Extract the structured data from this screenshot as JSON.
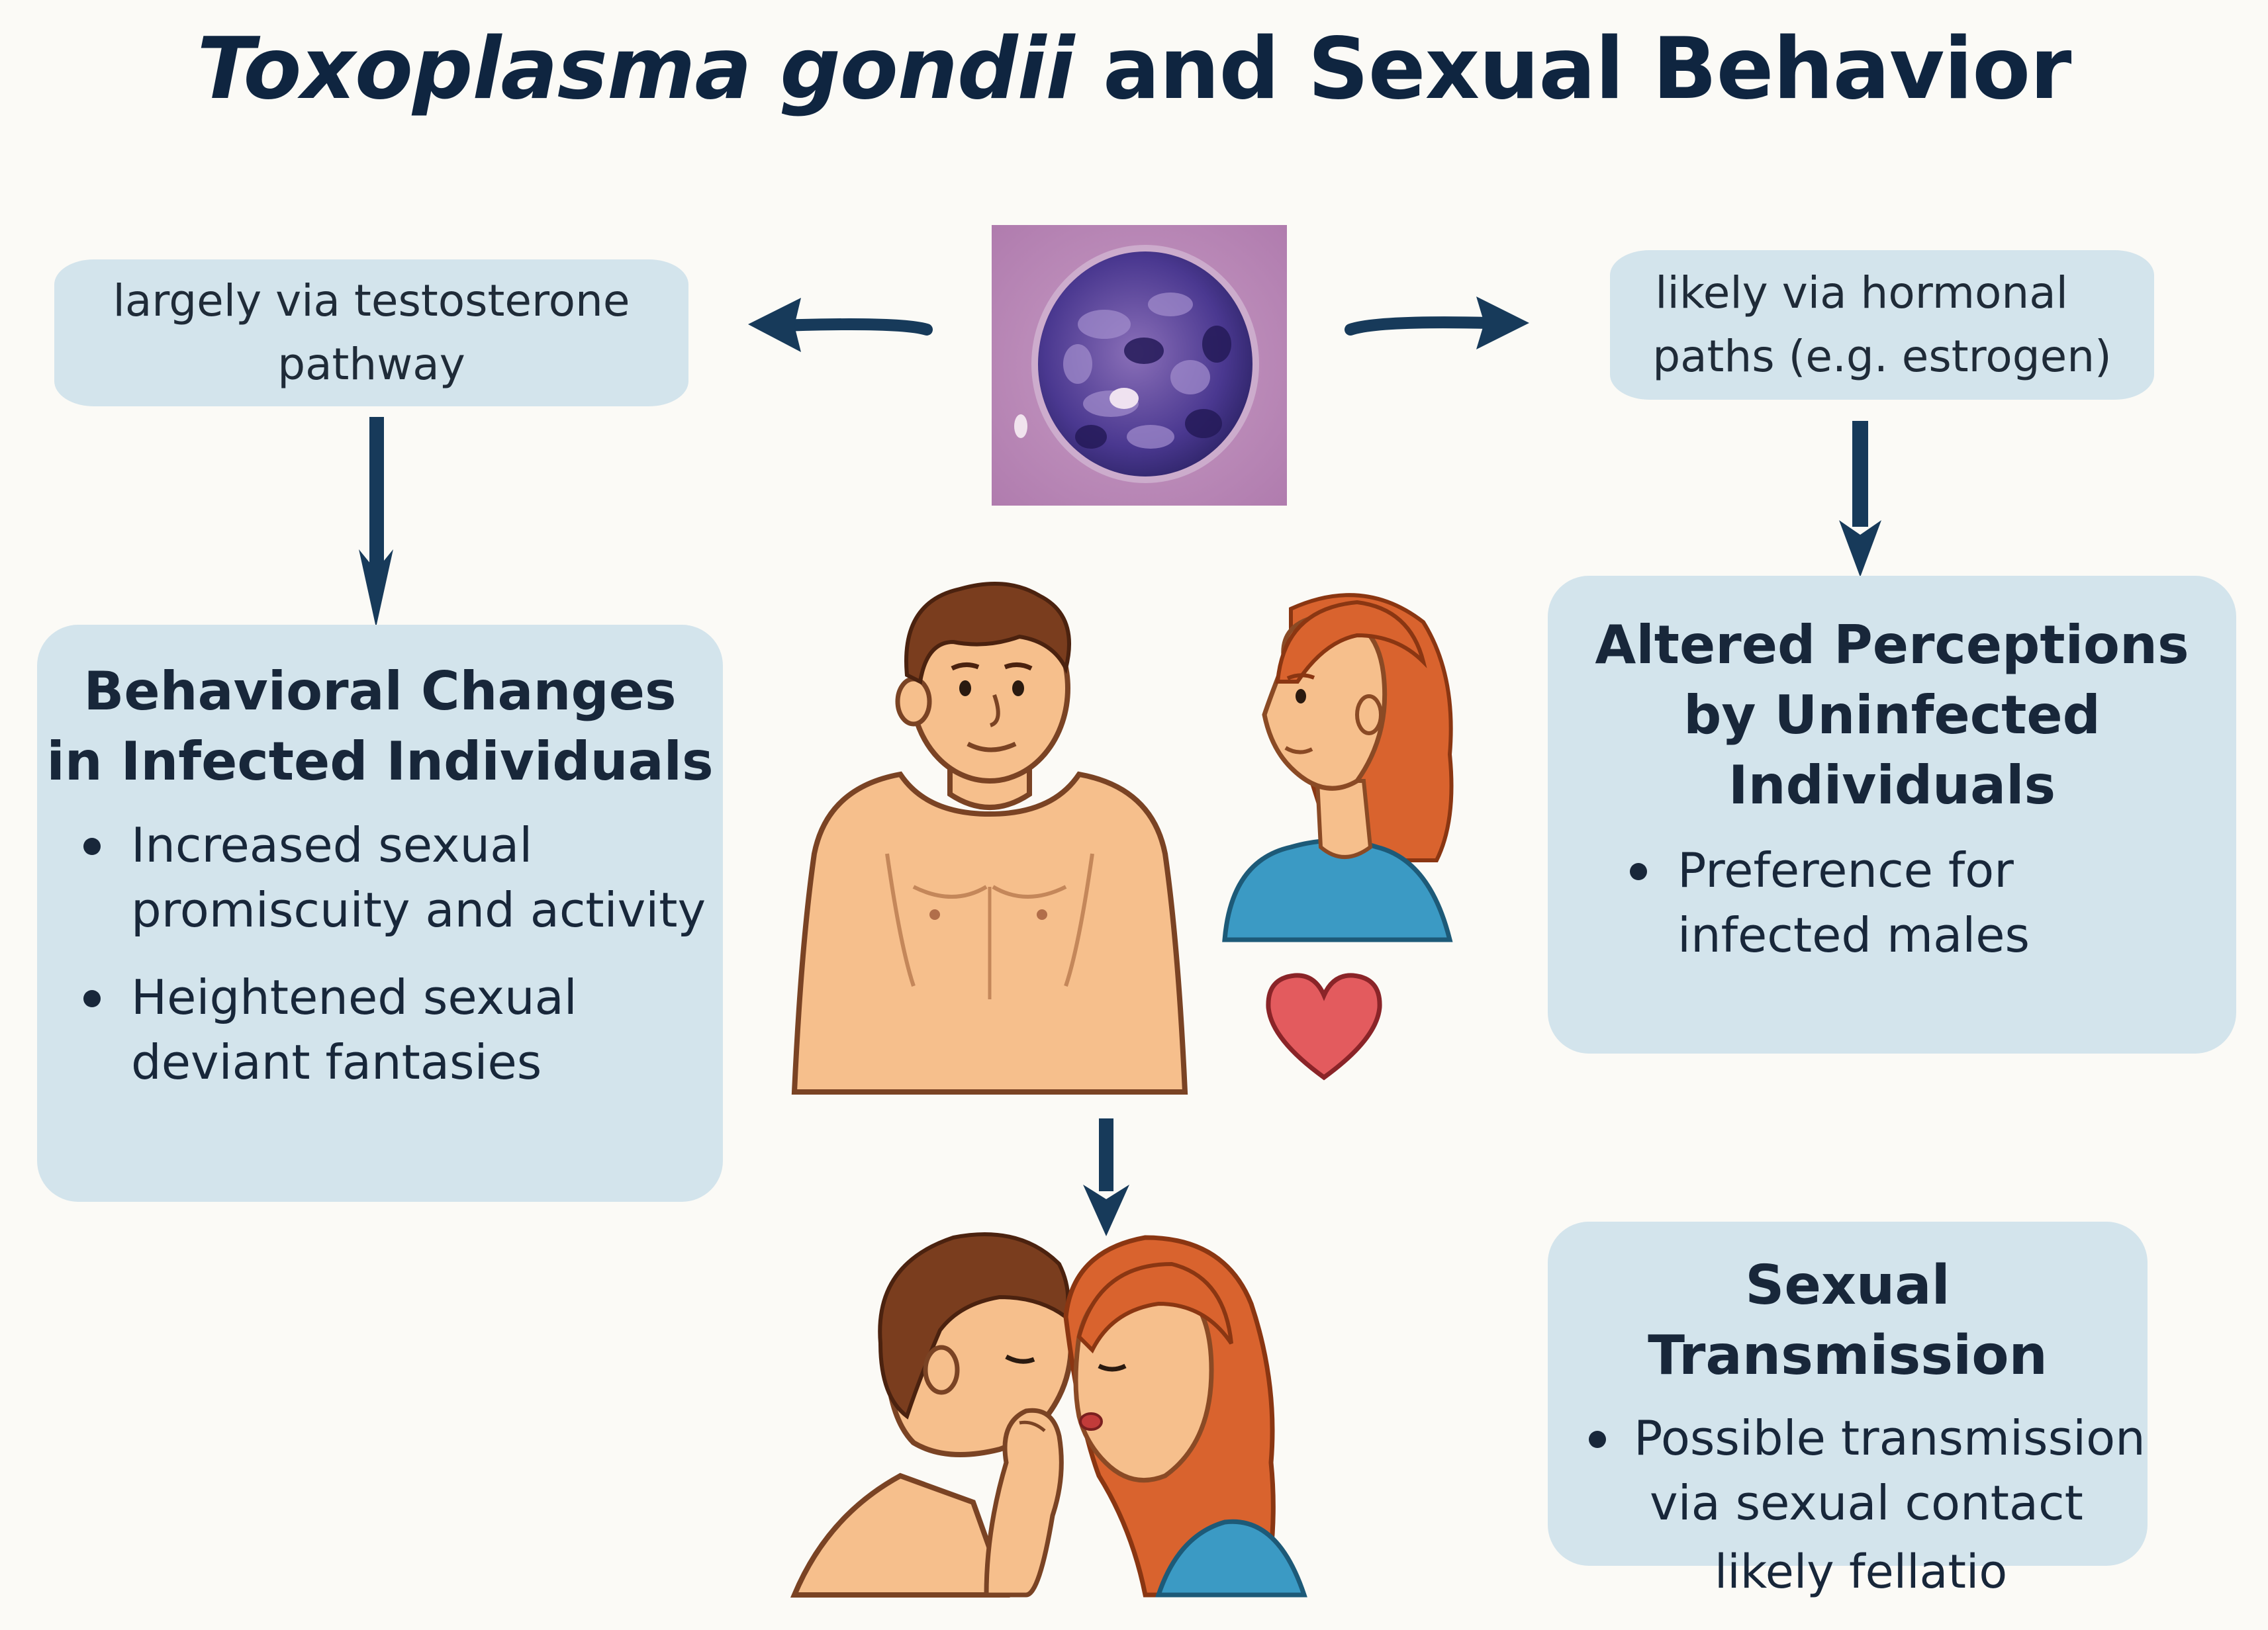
{
  "title": {
    "species_italic": "Toxoplasma gondii",
    "rest": " and Sexual Behavior"
  },
  "left_path": {
    "text_line1": "largely via testosterone",
    "text_line2": "pathway"
  },
  "right_path": {
    "text_line1": "likely via hormonal",
    "text_line2": "paths (e.g. estrogen)"
  },
  "behavioral_card": {
    "heading_line1": "Behavioral Changes",
    "heading_line2": "in Infected Individuals",
    "bullets": [
      {
        "line1": "Increased sexual",
        "line2": "promiscuity and activity"
      },
      {
        "line1": "Heightened sexual",
        "line2": "deviant fantasies"
      }
    ]
  },
  "perceptions_card": {
    "heading_line1": "Altered Perceptions",
    "heading_line2": "by Uninfected Individuals",
    "bullets": [
      {
        "line1": "Preference for",
        "line2": "infected males"
      }
    ]
  },
  "transmission_card": {
    "heading": "Sexual Transmission",
    "bullet_line1": "Possible transmission",
    "bullet_line2": "via sexual contact",
    "note": "likely fellatio"
  },
  "colors": {
    "background": "#fbfaf6",
    "card": "#d3e4ec",
    "arrow": "#173a5a",
    "title": "#0f2540",
    "heart": "#e35b5e",
    "hair_male": "#7a3d1e",
    "hair_female": "#d9632e",
    "skin": "#f6bf8c",
    "shirt": "#3b9ac4"
  },
  "icons": [
    "parasite-micrograph",
    "man-icon",
    "woman-icon",
    "heart-icon",
    "kissing-couple-icon",
    "arrow-icon"
  ]
}
